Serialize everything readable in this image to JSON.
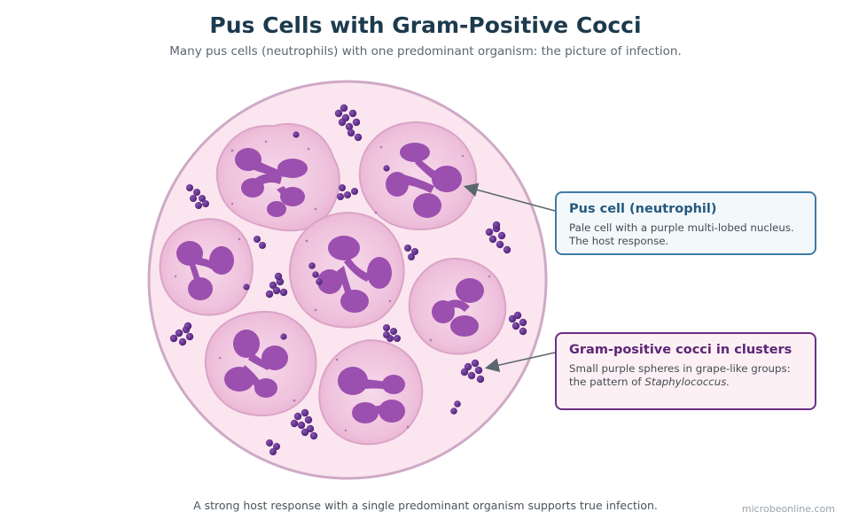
{
  "header": {
    "title": "Pus Cells with Gram-Positive Cocci",
    "subtitle": "Many pus cells (neutrophils) with one predominant organism: the picture of infection."
  },
  "callouts": [
    {
      "heading": "Pus cell (neutrophil)",
      "text": "Pale cell with a purple multi-lobed nucleus. The host response."
    },
    {
      "heading": "Gram-positive cocci in clusters",
      "text_lead": "Small purple spheres in grape-like groups: the pattern of",
      "text_italic": "Staphylococcus."
    }
  ],
  "footer": {
    "note": "A strong host response with a single predominant organism supports true infection.",
    "credit": "microbeonline.com"
  },
  "colors": {
    "field": "#fbe6ef",
    "field_border": "#cfa9c6",
    "cytoplasm": "#f2c7e1",
    "nucleus": "#9b4fae",
    "coccus": "#5b2a86",
    "callout_neutrophil": "#3f7ba4",
    "callout_cocci": "#6b2f86",
    "arrow": "#5b6770"
  }
}
